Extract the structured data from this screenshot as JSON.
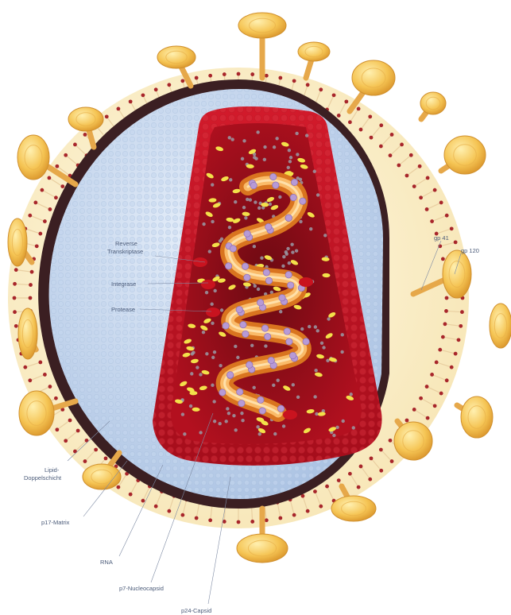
{
  "labels": {
    "reverse_transcriptase_line1": "Reverse",
    "reverse_transcriptase_line2": "Transkriptase",
    "integrase": "Integrase",
    "protease": "Protease",
    "gp41": "gp 41",
    "gp120": "gp 120",
    "lipid_line1": "Lipid-",
    "lipid_line2": "Doppelschicht",
    "p17": "p17-Matrix",
    "rna": "RNA",
    "p7": "p7-Nucleocapsid",
    "p24": "p24-Capsid"
  },
  "colors": {
    "envelope_fill": "#fbf1d2",
    "membrane_beads": "#a8262b",
    "matrix_blue": "#c9d9ee",
    "dark_layer": "#3a1d1f",
    "capsid_red": "#b0101e",
    "rna_orange": "#f0a04c",
    "spike_gold": "#f2c35a",
    "enzyme_yellow": "#f3e04a",
    "label_text": "#4a5a78"
  }
}
